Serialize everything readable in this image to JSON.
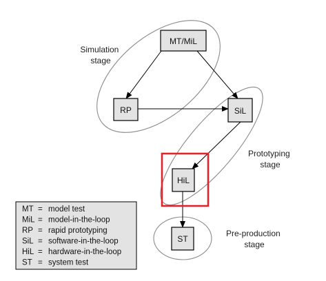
{
  "colors": {
    "node_fill": "#e3e3e3",
    "highlight": "#e0222b",
    "ellipse_stroke": "#8a8a8a"
  },
  "stages": {
    "simulation": [
      "Simulation",
      "stage"
    ],
    "prototyping": [
      "Prototyping",
      "stage"
    ],
    "preproduction": [
      "Pre-production",
      "stage"
    ]
  },
  "nodes": {
    "mt_mil": "MT/MiL",
    "rp": "RP",
    "sil": "SiL",
    "hil": "HiL",
    "st": "ST"
  },
  "legend": [
    {
      "abbr": "MT",
      "eq": "=",
      "desc": "model test"
    },
    {
      "abbr": "MiL",
      "eq": "=",
      "desc": "model-in-the-loop"
    },
    {
      "abbr": "RP",
      "eq": "=",
      "desc": "rapid prototyping"
    },
    {
      "abbr": "SiL",
      "eq": "=",
      "desc": "software-in-the-loop"
    },
    {
      "abbr": "HiL",
      "eq": "=",
      "desc": "hardware-in-the-loop"
    },
    {
      "abbr": "ST",
      "eq": "=",
      "desc": "system test"
    }
  ]
}
